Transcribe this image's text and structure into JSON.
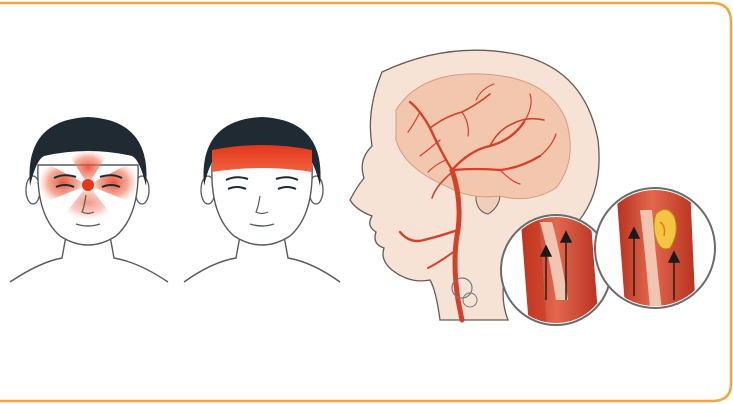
{
  "illustration": {
    "panels": [
      {
        "name": "face-eye-pain",
        "kind": "headache-around-eyes"
      },
      {
        "name": "face-forehead-band",
        "kind": "headache-forehead-band"
      },
      {
        "name": "head-profile-arteries",
        "kind": "brain-and-neck-arteries"
      }
    ],
    "insets": [
      {
        "name": "artery-inset-normal",
        "kind": "open-artery-flow"
      },
      {
        "name": "artery-inset-narrowed",
        "kind": "narrowed-artery-with-clot"
      }
    ],
    "colors": {
      "frame": "#f3a640",
      "artery": "#d6402a",
      "artery_dark": "#a8281a",
      "pain": "#e8432a",
      "hair": "#1f2a33",
      "skin_profile": "#f6e3d6",
      "brain": "#f3c7ad",
      "outline": "#555a60"
    }
  }
}
